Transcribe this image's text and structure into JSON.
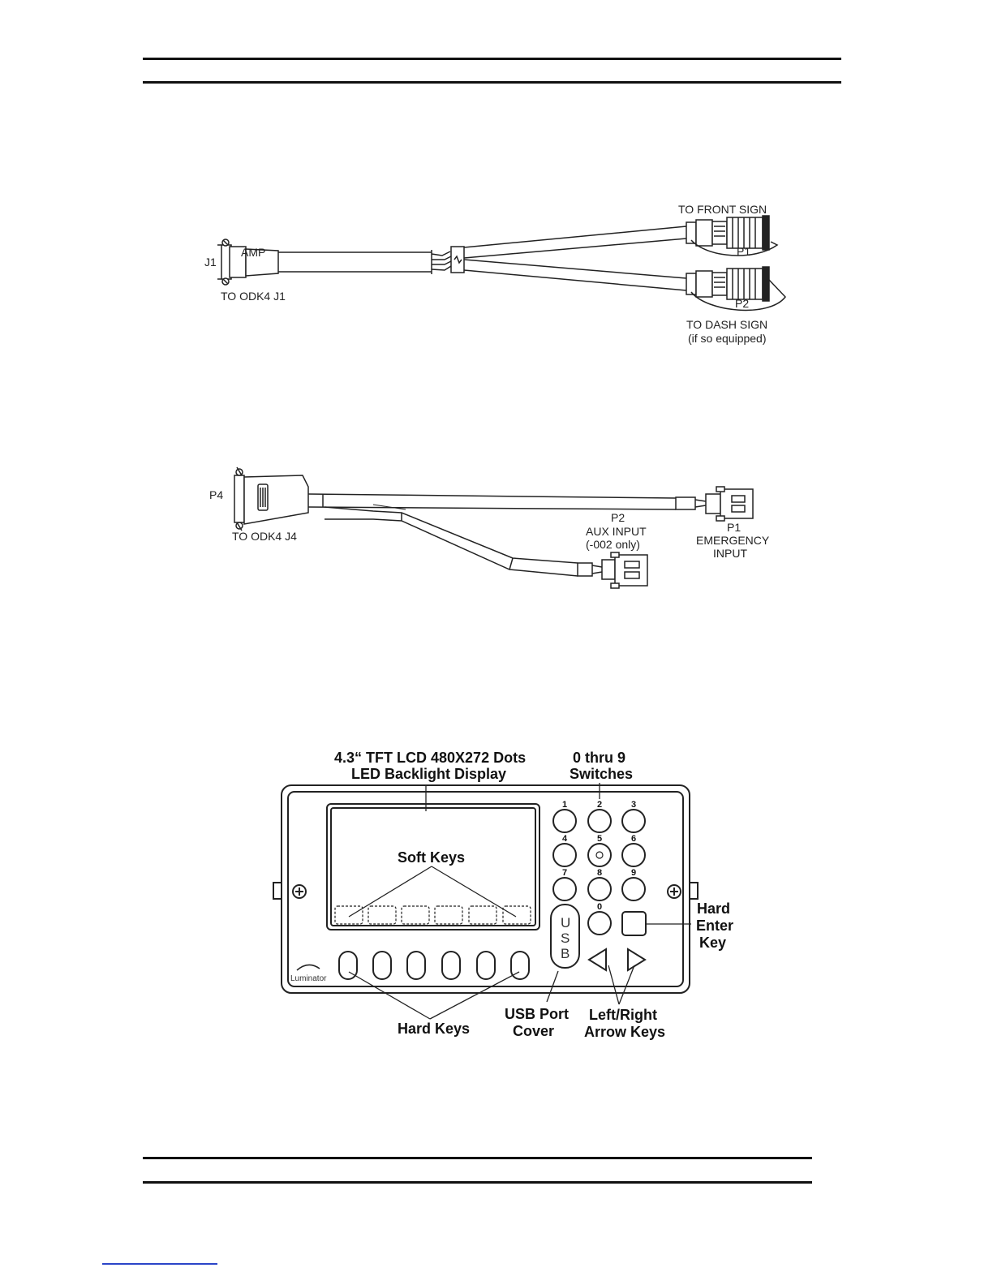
{
  "harness1": {
    "j1_label": "J1",
    "j1_to": "TO ODK4 J1",
    "amp_mark": "AMP",
    "front_label": "TO FRONT SIGN",
    "p1_label": "P1",
    "p2_label": "P2",
    "dash_label": "TO DASH SIGN",
    "dash_note": "(if so equipped)"
  },
  "harness2": {
    "p4_label": "P4",
    "p4_to": "TO ODK4 J4",
    "p2_label": "P2",
    "p2_line1": "AUX INPUT",
    "p2_line2": "(-002 only)",
    "p1_label": "P1",
    "p1_line1": "EMERGENCY",
    "p1_line2": "INPUT"
  },
  "panel": {
    "display_line1": "4.3“ TFT LCD 480X272 Dots",
    "display_line2": "LED Backlight Display",
    "switches_line1": "0 thru 9",
    "switches_line2": "Switches",
    "soft_keys": "Soft Keys",
    "hard_enter_line1": "Hard",
    "hard_enter_line2": "Enter",
    "hard_enter_line3": "Key",
    "hard_keys": "Hard Keys",
    "usb_cover_line1": "USB Port",
    "usb_cover_line2": "Cover",
    "arrow_line1": "Left/Right",
    "arrow_line2": "Arrow Keys",
    "brand": "Luminator",
    "usb_letters": [
      "U",
      "S",
      "B"
    ],
    "keypad": [
      "1",
      "2",
      "3",
      "4",
      "5",
      "6",
      "7",
      "8",
      "9",
      "0"
    ]
  }
}
